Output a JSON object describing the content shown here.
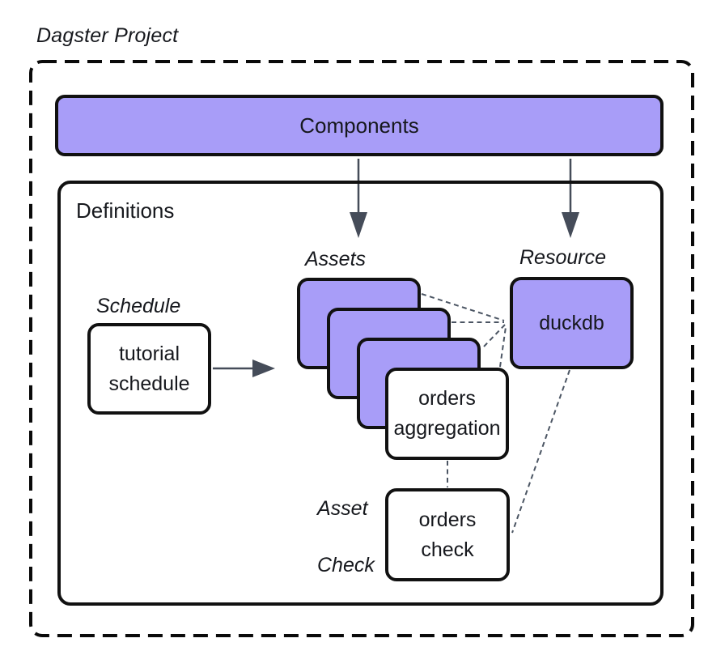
{
  "title": "Dagster Project",
  "components": {
    "label": "Components"
  },
  "definitions": {
    "label": "Definitions",
    "schedule": {
      "label": "Schedule",
      "box": {
        "line1": "tutorial",
        "line2": "schedule"
      }
    },
    "assets": {
      "label": "Assets",
      "stack_count": 3,
      "box": {
        "line1": "orders",
        "line2": "aggregation"
      }
    },
    "resource": {
      "label": "Resource",
      "box": {
        "line1": "duckdb"
      }
    },
    "asset_check": {
      "label_line1": "Asset",
      "label_line2": "Check",
      "box": {
        "line1": "orders",
        "line2": "check"
      }
    }
  },
  "colors": {
    "purple": "#a89df8",
    "box-border": "#111111",
    "arrow": "#454c59",
    "connector": "#4b5563",
    "text": "#16181d",
    "boundary": "#0a0a0a",
    "background": "#ffffff"
  }
}
